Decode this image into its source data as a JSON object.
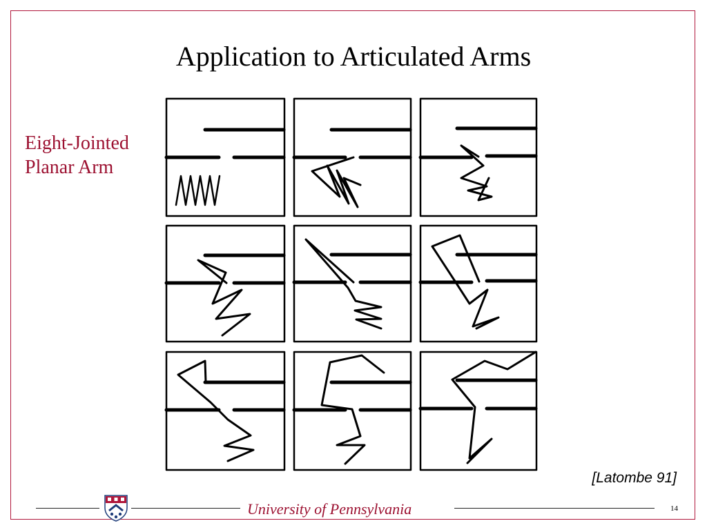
{
  "slide": {
    "title": "Application to Articulated Arms",
    "label_line1": "Eight-Jointed",
    "label_line2": "Planar Arm",
    "citation": "[Latombe 91]",
    "footer": "University of Pennsylvania",
    "page_number": "14"
  },
  "colors": {
    "frame": "#b0163a",
    "accent_text": "#9c1030",
    "shield_blue": "#1f3d7a",
    "shield_red": "#b0163a"
  },
  "icons": {
    "logo": "penn-shield-icon"
  }
}
